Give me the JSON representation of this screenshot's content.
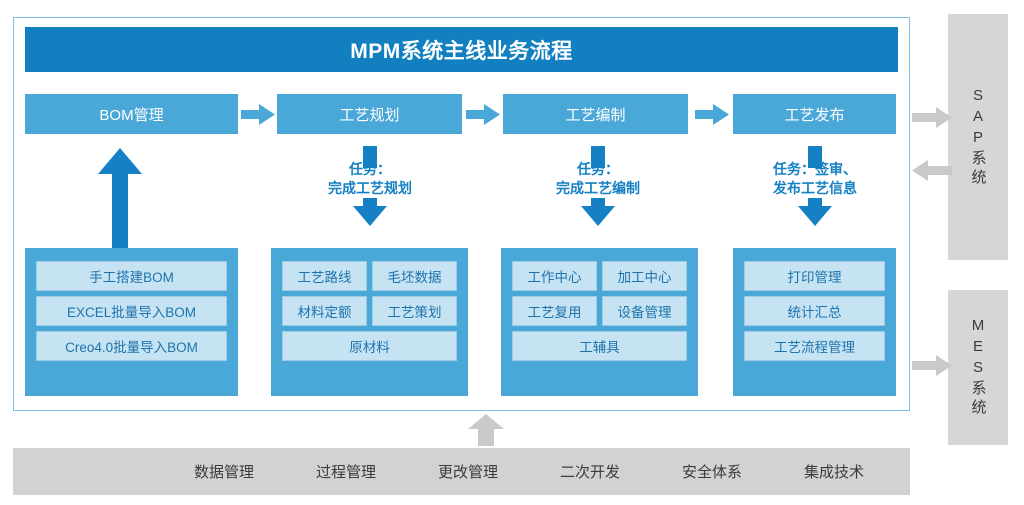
{
  "diagram": {
    "title": "MPM系统主线业务流程",
    "phases": [
      {
        "label": "BOM管理"
      },
      {
        "label": "工艺规划"
      },
      {
        "label": "工艺编制"
      },
      {
        "label": "工艺发布"
      }
    ],
    "tasks": [
      {
        "line1": "任务：",
        "line2": "完成工艺规划"
      },
      {
        "line1": "任务：",
        "line2": "完成工艺编制"
      },
      {
        "line1": "任务：签审、",
        "line2": "发布工艺信息"
      }
    ],
    "columns": [
      {
        "name": "bom-modules",
        "rows": [
          {
            "type": "single",
            "items": [
              "手工搭建BOM"
            ]
          },
          {
            "type": "single",
            "items": [
              "EXCEL批量导入BOM"
            ]
          },
          {
            "type": "single",
            "items": [
              "Creo4.0批量导入BOM"
            ]
          }
        ]
      },
      {
        "name": "planning-modules",
        "rows": [
          {
            "type": "pair",
            "items": [
              "工艺路线",
              "毛坯数据"
            ]
          },
          {
            "type": "pair",
            "items": [
              "材料定额",
              "工艺策划"
            ]
          },
          {
            "type": "single",
            "items": [
              "原材料"
            ]
          }
        ]
      },
      {
        "name": "authoring-modules",
        "rows": [
          {
            "type": "pair",
            "items": [
              "工作中心",
              "加工中心"
            ]
          },
          {
            "type": "pair",
            "items": [
              "工艺复用",
              "设备管理"
            ]
          },
          {
            "type": "single",
            "items": [
              "工辅具"
            ]
          }
        ]
      },
      {
        "name": "release-modules",
        "rows": [
          {
            "type": "single",
            "items": [
              "打印管理"
            ]
          },
          {
            "type": "single",
            "items": [
              "统计汇总"
            ]
          },
          {
            "type": "single",
            "items": [
              "工艺流程管理"
            ]
          }
        ]
      }
    ],
    "footer": {
      "items": [
        "数据管理",
        "过程管理",
        "更改管理",
        "二次开发",
        "安全体系",
        "集成技术"
      ]
    },
    "systems": [
      {
        "name": "sap",
        "label": "SAP系统"
      },
      {
        "name": "mes",
        "label": "MES系统"
      }
    ],
    "colors": {
      "header_blue": "#1280c0",
      "phase_blue": "#4aa8d8",
      "chip_blue": "#c5e3f2",
      "arrow_blue": "#1580c4",
      "grey_panel": "#d6d6d6",
      "footer_grey": "#d2d2d2",
      "frame_border": "#7fc0e8"
    }
  }
}
